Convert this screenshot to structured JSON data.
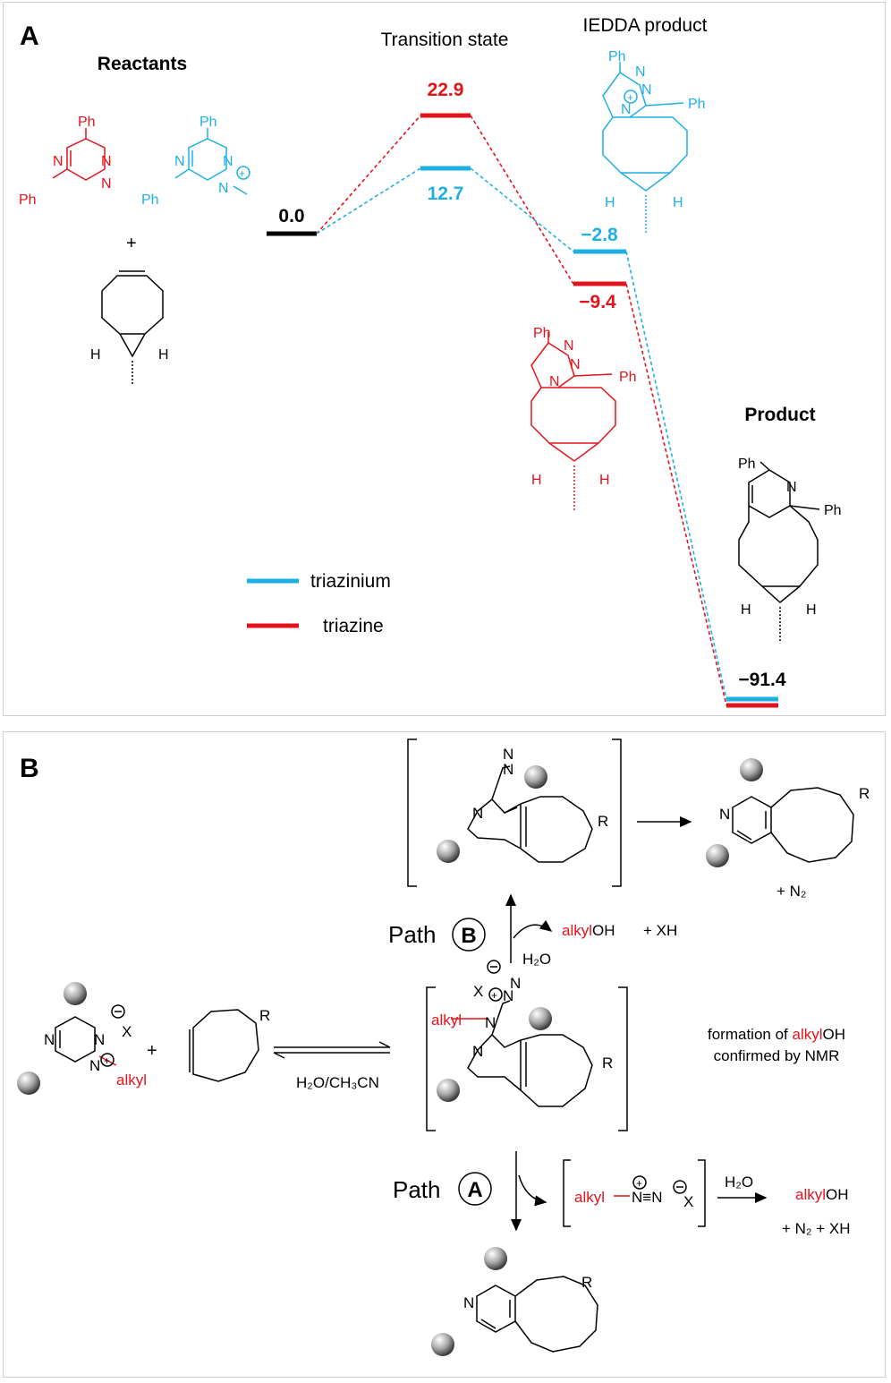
{
  "panel_a": {
    "letter": "A",
    "headers": {
      "reactants": "Reactants",
      "transition_state": "Transition state",
      "iedda_product": "IEDDA product",
      "product": "Product"
    },
    "energies": {
      "start": "0.0",
      "ts_triazine": "22.9",
      "ts_triazinium": "12.7",
      "iedda_triazinium": "−2.8",
      "iedda_triazine": "−9.4",
      "final": "−91.4"
    },
    "legend": {
      "triazinium": "triazinium",
      "triazine": "triazine"
    },
    "atoms": {
      "ph": "Ph",
      "n": "N",
      "h": "H",
      "plus": "+"
    },
    "colors": {
      "triazine": "#e3131b",
      "triazinium": "#1fb0e3",
      "black": "#000000"
    }
  },
  "panel_b": {
    "letter": "B",
    "path_b_word": "Path",
    "path_b_letter": "B",
    "path_a_word": "Path",
    "path_a_letter": "A",
    "h2o": "H₂O",
    "alkyloh_alkyl": "alkyl",
    "alkyloh_oh": "OH",
    "xh": "+ XH",
    "n2_plus": "+ N₂",
    "n2_xh": "+ N₂ + XH",
    "solvent": "H₂O/CH₃CN",
    "note_line1_pre": "formation of ",
    "note_line1_red": "alkyl",
    "note_line1_post": "OH",
    "note_line2": "confirmed by NMR",
    "diazonium": "N≡N",
    "atoms": {
      "n": "N",
      "r": "R",
      "x": "X",
      "alkyl": "alkyl",
      "plus_sign": "+"
    }
  }
}
